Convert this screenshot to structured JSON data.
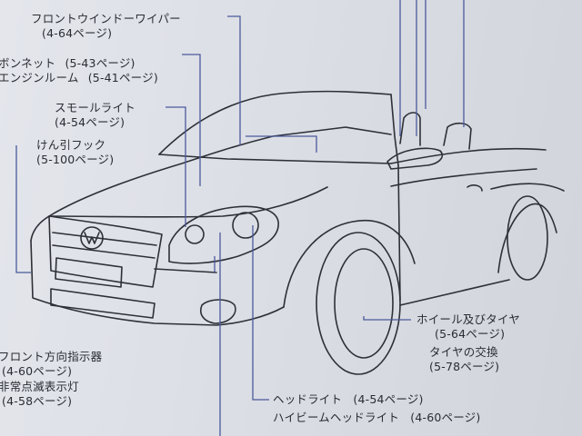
{
  "labels": {
    "wiper": {
      "name": "フロントウインドーワイパー",
      "page": "(4-64ページ)"
    },
    "bonnet": {
      "name": "ボンネット",
      "page": "(5-43ページ)"
    },
    "engine_room": {
      "name": "エンジンルーム",
      "page": "(5-41ページ)"
    },
    "small_light": {
      "name": "スモールライト",
      "page": "(4-54ページ)"
    },
    "tow_hook": {
      "name": "けん引フック",
      "page": "(5-100ページ)"
    },
    "front_turn_signal": {
      "name": "フロント方向指示器",
      "page": "(4-60ページ)"
    },
    "hazard_light": {
      "name": "非常点滅表示灯",
      "page": "(4-58ページ)"
    },
    "wheel_tire": {
      "name": "ホイール及びタイヤ",
      "page": "(5-64ページ)"
    },
    "tire_change": {
      "name": "タイヤの交換",
      "page": "(5-78ページ)"
    },
    "headlight": {
      "name": "ヘッドライト",
      "page": "(4-54ページ)"
    },
    "high_beam": {
      "name": "ハイビームヘッドライト",
      "page": "(4-60ページ)"
    }
  },
  "colors": {
    "leader_line": "#4a5a9a",
    "car_outline": "#2e3038",
    "text": "#2a2c34",
    "background": "#e0e2e8"
  }
}
